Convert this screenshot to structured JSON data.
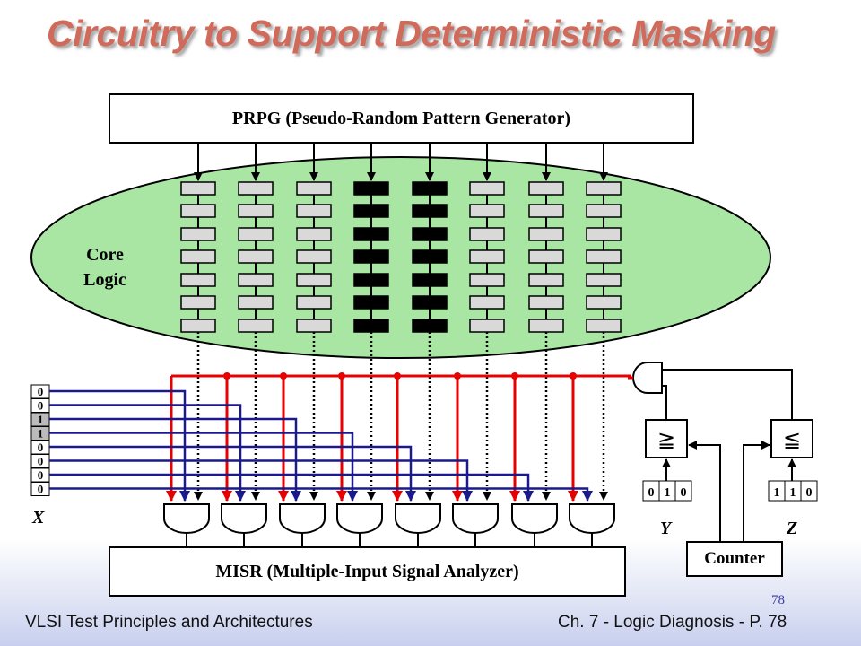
{
  "title": "Circuitry to Support Deterministic Masking",
  "prpg_label": "PRPG (Pseudo-Random Pattern Generator)",
  "misr_label": "MISR (Multiple-Input Signal Analyzer)",
  "core_logic_label": [
    "Core",
    "Logic"
  ],
  "x_label": "X",
  "x_register_bits": [
    "0",
    "0",
    "1",
    "1",
    "0",
    "0",
    "0",
    "0"
  ],
  "y_label": "Y",
  "y_register_bits": [
    "0",
    "1",
    "0"
  ],
  "y_comparator": "≧",
  "z_label": "Z",
  "z_register_bits": [
    "1",
    "1",
    "0"
  ],
  "z_comparator": "≦",
  "counter_label": "Counter",
  "footer_left": "VLSI Test Principles and Architectures",
  "footer_right": "Ch. 7 - Logic Diagnosis - P. 78",
  "page_number": "78",
  "colors": {
    "title": "#d06a5a",
    "ellipse_fill": "#a9e6a4",
    "cell_fill": "#d9d9d9",
    "masked_cell_fill": "#000000",
    "red_wire": "#e60000",
    "blue_wire": "#1a1a8c"
  },
  "masked_chains": [
    3,
    4
  ]
}
